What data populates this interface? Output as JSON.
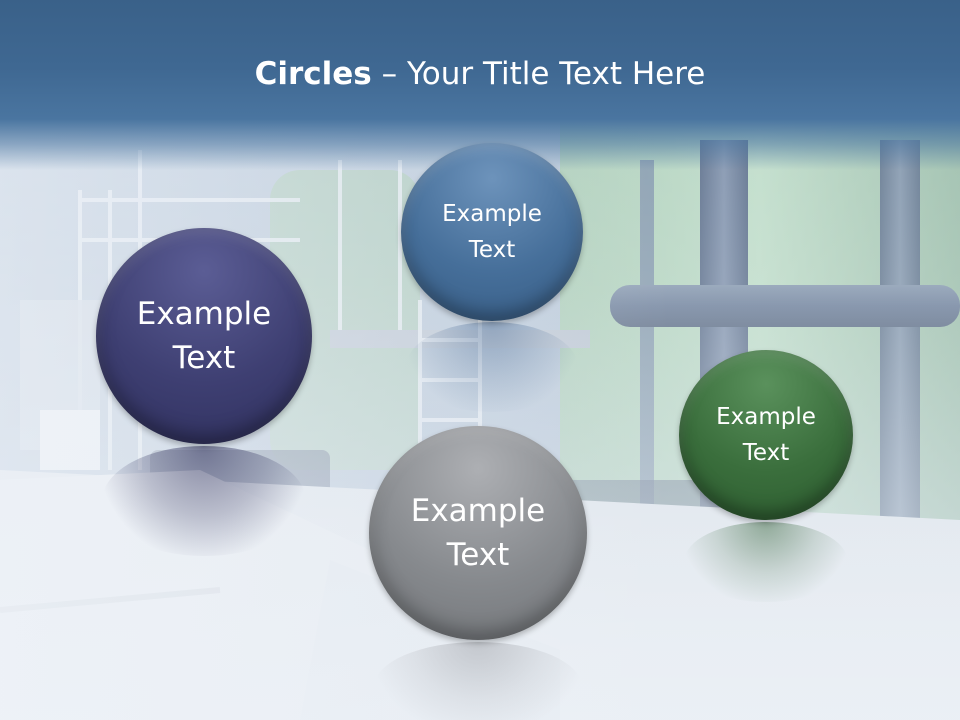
{
  "slide": {
    "title_bold": "Circles",
    "title_rest": " – Your Title Text Here"
  },
  "circles": [
    {
      "label": "Example\nText",
      "color": "#3e3f72"
    },
    {
      "label": "Example\nText",
      "color": "#466f9a"
    },
    {
      "label": "Example\nText",
      "color": "#878a8e"
    },
    {
      "label": "Example\nText",
      "color": "#3a6e3c"
    }
  ],
  "colors": {
    "title_band": "#3f6892",
    "title_text": "#ffffff"
  }
}
